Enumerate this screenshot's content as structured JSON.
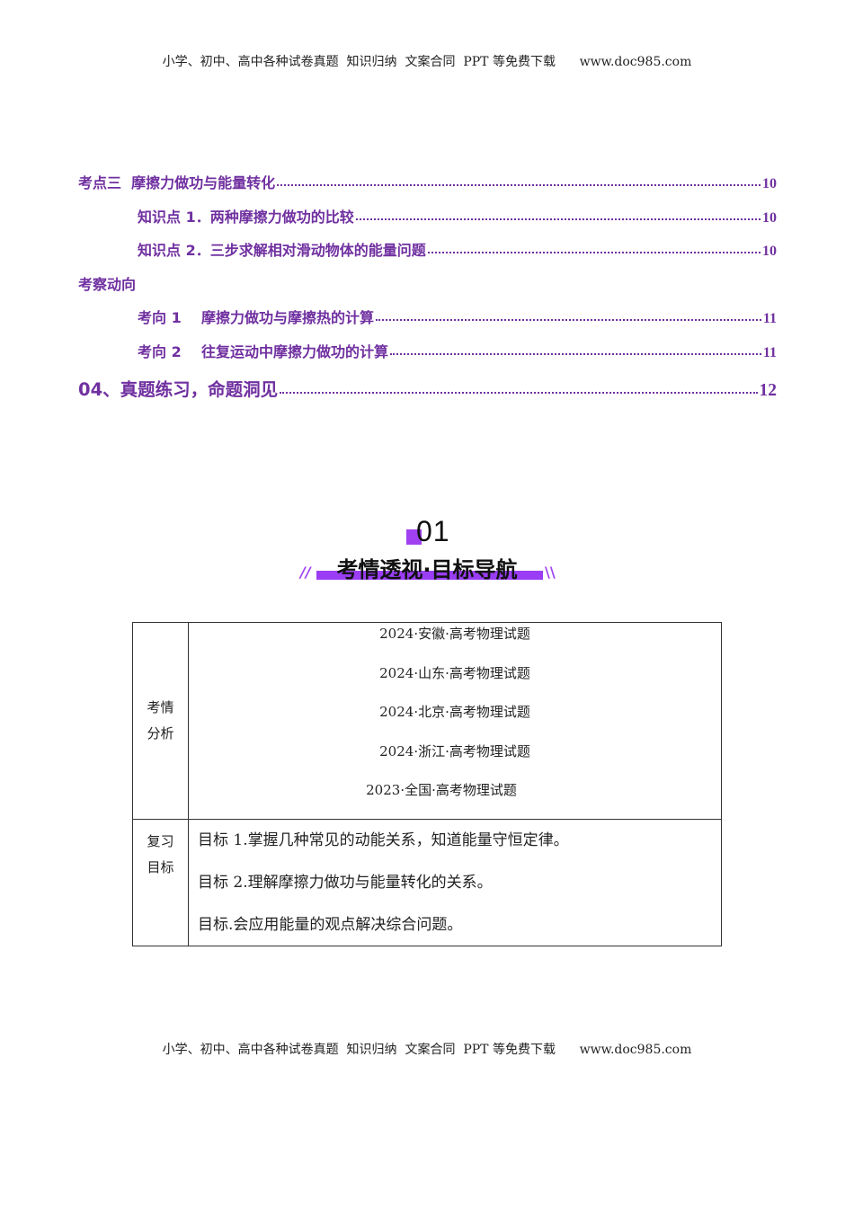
{
  "header": {
    "text": "小学、初中、高中各种试卷真题  知识归纳  文案合同  PPT 等免费下载      www.doc985.com"
  },
  "toc": {
    "items": [
      {
        "level": 1,
        "label": "考点三  摩擦力做功与能量转化",
        "page": "10"
      },
      {
        "level": 2,
        "label": "知识点 1．两种摩擦力做功的比较",
        "page": "10"
      },
      {
        "level": 2,
        "label": "知识点 2．三步求解相对滑动物体的能量问题",
        "page": "10"
      },
      {
        "level": 1,
        "label": "考察动向",
        "page": ""
      },
      {
        "level": 2,
        "label": "考向 1    摩擦力做功与摩擦热的计算",
        "page": "11"
      },
      {
        "level": 2,
        "label": "考向 2    往复运动中摩擦力做功的计算",
        "page": "11"
      },
      {
        "level": 0,
        "label": "04、真题练习，命题洞见",
        "page": "12"
      }
    ]
  },
  "section": {
    "number": "01",
    "title": "考情透视·目标导航",
    "slash_left": "//",
    "slash_right": "\\\\",
    "accent_color": "#9a3df5"
  },
  "table": {
    "rows": [
      {
        "head": [
          "考情",
          "分析"
        ],
        "lines": [
          "2024·安徽·高考物理试题",
          "2024·山东·高考物理试题",
          "2024·北京·高考物理试题",
          "2024·浙江·高考物理试题",
          "2023·全国·高考物理试题"
        ]
      },
      {
        "head": [
          "复习",
          "目标"
        ],
        "lines": [
          "目标 1.掌握几种常见的动能关系，知道能量守恒定律。",
          "目标 2.理解摩擦力做功与能量转化的关系。",
          "目标.会应用能量的观点解决综合问题。"
        ]
      }
    ]
  },
  "footer": {
    "text": "小学、初中、高中各种试卷真题  知识归纳  文案合同  PPT 等免费下载      www.doc985.com"
  },
  "colors": {
    "toc_purple": "#7030a0",
    "badge_purple": "#a040f0"
  }
}
